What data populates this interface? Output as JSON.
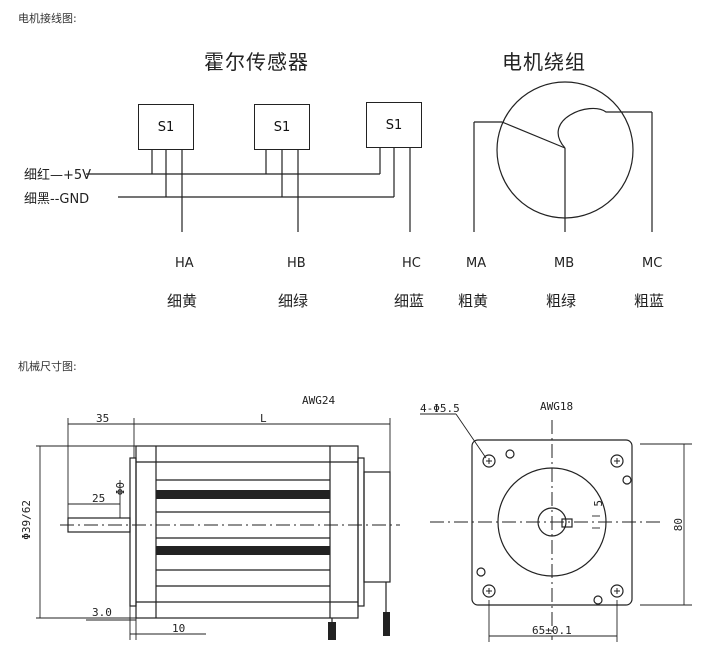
{
  "sections": {
    "wiring": "电机接线图:",
    "dimensions": "机械尺寸图:"
  },
  "hall": {
    "title": "霍尔传感器",
    "sensors": [
      "S1",
      "S1",
      "S1"
    ],
    "wire_plus": "细红—+5V",
    "wire_gnd": "细黑--GND",
    "outputs": [
      "HA",
      "HB",
      "HC"
    ],
    "colors": [
      "细黄",
      "细绿",
      "细蓝"
    ]
  },
  "winding": {
    "title": "电机绕组",
    "phases": [
      "MA",
      "MB",
      "MC"
    ],
    "colors": [
      "粗黄",
      "粗绿",
      "粗蓝"
    ]
  },
  "dims": {
    "d35": "35",
    "dL": "L",
    "d25": "25",
    "phi0": "Φ0",
    "phi39": "Φ39/62",
    "d3": "3.0",
    "d10": "10",
    "awg24": "AWG24",
    "holes": "4-Φ5.5",
    "awg18": "AWG18",
    "d5": "5",
    "d80": "80",
    "d65": "65±0.1"
  }
}
